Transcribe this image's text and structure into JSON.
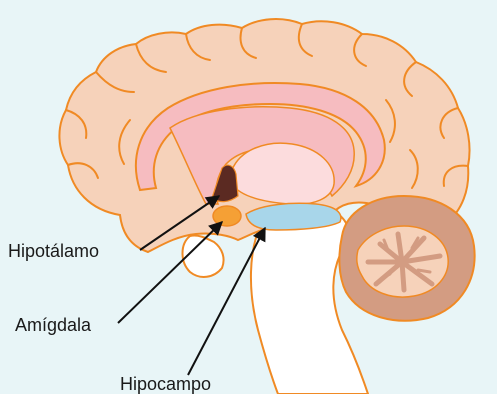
{
  "labels": {
    "hypothalamus": "Hipotálamo",
    "amygdala": "Amígdala",
    "hippocampus": "Hipocampo"
  },
  "colors": {
    "background": "#e8f5f7",
    "cortex": "#f6d2ba",
    "outline": "#f08a24",
    "cingulate": "#f6bcc0",
    "thalamus": "#fcdcdd",
    "hypothalamus": "#5b2a22",
    "amygdala": "#f5a035",
    "hippocampus": "#a8d6ea",
    "brainstem": "#ffffff",
    "cerebellum": "#d39c82",
    "cerebellum_inner": "#f6d2ba",
    "arrow": "#111111"
  }
}
